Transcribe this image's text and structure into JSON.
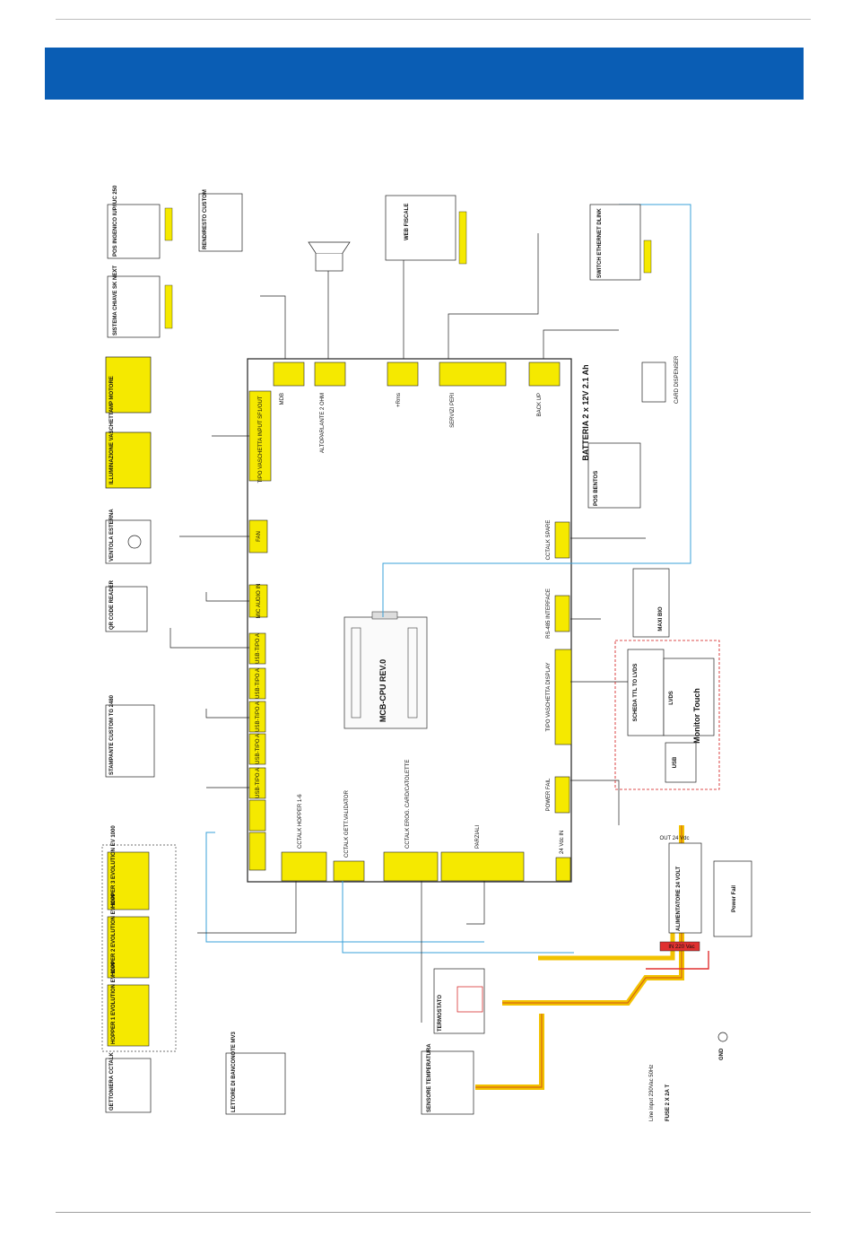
{
  "diagram": {
    "mcb_board": "MCB-CPU REV.0",
    "connectors": [
      {
        "id": "J17",
        "desc": "MDB"
      },
      {
        "id": "J14",
        "desc": "ALTOPARLANTE 2 OHM"
      },
      {
        "id": "J21",
        "desc": "+Rms"
      },
      {
        "id": "J7",
        "desc": "SERVIZI PERI"
      },
      {
        "id": "J9",
        "desc": "BACK UP"
      },
      {
        "id": "J10",
        "desc": "TIPO VASCHETTA INPUT SF1/OUT"
      },
      {
        "id": "J27",
        "desc": "FAN"
      },
      {
        "id": "J28",
        "desc": "MIC AUDIO IN"
      },
      {
        "id": "P48",
        "desc": "USB-TIPO A"
      },
      {
        "id": "P46",
        "desc": "USB-TIPO A"
      },
      {
        "id": "P45",
        "desc": "USB-TIPO A"
      },
      {
        "id": "P44",
        "desc": "USB-TIPO A"
      },
      {
        "id": "P43",
        "desc": "USB-TIPO A"
      },
      {
        "id": "J13",
        "desc": "CCTALK HOPPER 1-6"
      },
      {
        "id": "J18",
        "desc": "CCTALK GETT.VALIDATOR"
      },
      {
        "id": "J12",
        "desc": "CCTALK EROG. CARD/CATOLETTE"
      },
      {
        "id": "J22",
        "desc": "PARZIALI"
      },
      {
        "id": "J24",
        "desc": "24 Vdc IN"
      },
      {
        "id": "J8",
        "desc": "POWER FAIL"
      },
      {
        "id": "J16",
        "desc": "TIPO VASCHETTA DISPLAY"
      },
      {
        "id": "J15",
        "desc": "RS-485 INTERFACE"
      },
      {
        "id": "J11",
        "desc": "CCTALK SPARE"
      }
    ],
    "peripherals": {
      "pos_ingenico": "POS INGENICO IUP/IUC 250",
      "sistema_chiave": "SISTEMA CHIAVE SK NEXT",
      "rendiresto": "RENDIRESTO CUSTOM",
      "web_fiscale": "WEB FISCALE",
      "mp_motor": "MP MOTORE",
      "illuminazione": "ILLUMINAZIONE VASCHETTA",
      "ventola": "VENTOLA ESTERNA",
      "qr_reader": "QR CODE READER",
      "stampante": "STAMPANTE CUSTOM TG 2480",
      "hopper1": "HOPPER 1 EVOLUTION EV 1000",
      "hopper2": "HOPPER 2 EVOLUTION EV 1000",
      "hopper3": "HOPPER 3 EVOLUTION EV 1000",
      "gettoniera": "GETTONIERA CCTALK",
      "lettore": "LETTORE DI BANCONOTE MV3",
      "sensore_temp": "SENSORE TEMPERATURA",
      "termostato": "TERMOSTATO",
      "switch_ethernet": "SWITCH ETHERNET DLINK",
      "pos_bentos": "POS BENTOS",
      "card_dispenser": "CARD DISPENSER",
      "maxi_bio": "MAXI BIO",
      "scheda_lvds": "SCHEDA TTL TO LVDS",
      "lvds": "LVDS",
      "usb": "USB",
      "monitor_touch": "Monitor Touch",
      "alimentatore": "ALIMENTATORE 24 VOLT",
      "power_fail": "Power Fail",
      "out_24": "OUT 24 Vdc",
      "in_220": "IN 220 Vac"
    },
    "battery": "BATTERIA 2 x 12V 2.1 Ah",
    "line_input": "Line input 230Vac 50Hz",
    "fuse": "FUSE 2 X 2A T",
    "gnd": "GND"
  }
}
